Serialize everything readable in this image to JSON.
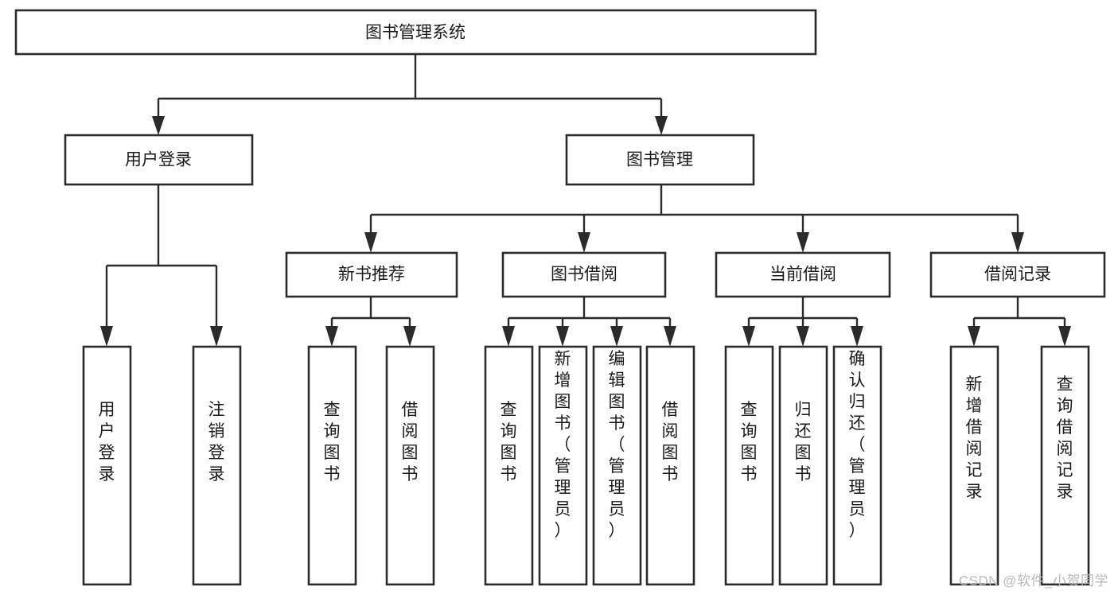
{
  "diagram": {
    "type": "tree-hierarchy",
    "title": "图书管理系统",
    "text_orientation_leaf": "vertical",
    "colors": {
      "box_stroke": "#2b2b2b",
      "box_fill": "#ffffff",
      "line": "#2b2b2b",
      "text": "#1a1a1a",
      "watermark": "#b9b9b9",
      "background": "#ffffff"
    },
    "nodes": {
      "root": {
        "label": "图书管理系统",
        "level": 0
      },
      "level1": [
        {
          "id": "user-login",
          "label": "用户登录"
        },
        {
          "id": "book-management",
          "label": "图书管理"
        }
      ],
      "level2": [
        {
          "id": "new-book-recommend",
          "label": "新书推荐",
          "parent": "book-management"
        },
        {
          "id": "book-borrow",
          "label": "图书借阅",
          "parent": "book-management"
        },
        {
          "id": "current-borrow",
          "label": "当前借阅",
          "parent": "book-management"
        },
        {
          "id": "borrow-record",
          "label": "借阅记录",
          "parent": "book-management"
        }
      ],
      "leaves": [
        {
          "id": "leaf-user-login",
          "label": "用户登录",
          "parent": "user-login"
        },
        {
          "id": "leaf-logout-login",
          "label": "注销登录",
          "parent": "user-login"
        },
        {
          "id": "leaf-query-book-1",
          "label": "查询图书",
          "parent": "new-book-recommend"
        },
        {
          "id": "leaf-borrow-book-1",
          "label": "借阅图书",
          "parent": "new-book-recommend"
        },
        {
          "id": "leaf-query-book-2",
          "label": "查询图书",
          "parent": "book-borrow"
        },
        {
          "id": "leaf-add-book",
          "label": "新增图书（管理员）",
          "parent": "book-borrow"
        },
        {
          "id": "leaf-edit-book",
          "label": "编辑图书（管理员）",
          "parent": "book-borrow"
        },
        {
          "id": "leaf-borrow-book-2",
          "label": "借阅图书",
          "parent": "book-borrow"
        },
        {
          "id": "leaf-query-book-3",
          "label": "查询图书",
          "parent": "current-borrow"
        },
        {
          "id": "leaf-return-book",
          "label": "归还图书",
          "parent": "current-borrow"
        },
        {
          "id": "leaf-confirm-return",
          "label": "确认归还（管理员）",
          "parent": "current-borrow"
        },
        {
          "id": "leaf-add-record",
          "label": "新增借阅记录",
          "parent": "borrow-record"
        },
        {
          "id": "leaf-query-record",
          "label": "查询借阅记录",
          "parent": "borrow-record"
        }
      ]
    }
  },
  "watermark": {
    "text": "CSDN @软件_小贺同学"
  }
}
